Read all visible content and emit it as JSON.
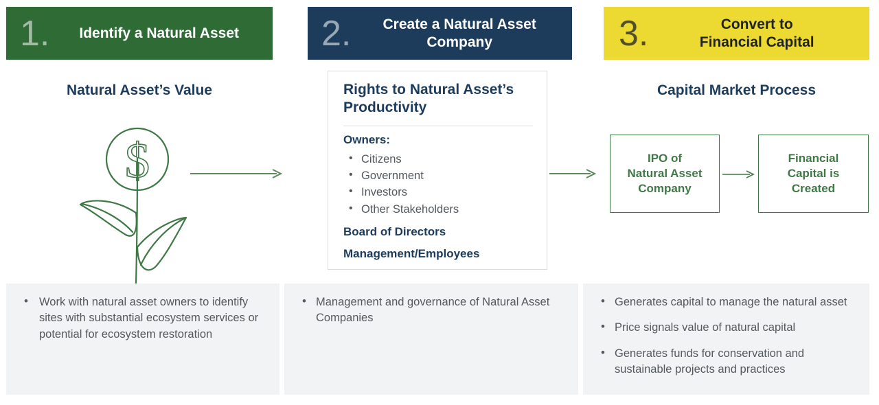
{
  "steps": [
    {
      "number": "1.",
      "title": "Identify a Natural Asset",
      "color": "#2e6b35",
      "subtitle": "Natural Asset’s Value"
    },
    {
      "number": "2.",
      "title": "Create a Natural Asset\nCompany",
      "color": "#1d3c5c"
    },
    {
      "number": "3.",
      "title": "Convert to\nFinancial Capital",
      "color": "#ecd932",
      "subtitle": "Capital Market Process"
    }
  ],
  "illustration": {
    "name": "dollar-sign-plant",
    "symbol": "$",
    "stroke": "#3f7845"
  },
  "rights_card": {
    "heading": "Rights to Natural Asset’s Productivity",
    "owners_label": "Owners:",
    "owners": [
      "Citizens",
      "Government",
      "Investors",
      "Other Stakeholders"
    ],
    "board": "Board of Directors",
    "management": "Management/Employees"
  },
  "capital_market": {
    "boxes": [
      {
        "label": "IPO of\nNatural Asset\nCompany"
      },
      {
        "label": "Financial\nCapital is\nCreated"
      }
    ],
    "border_color": "#3f7845"
  },
  "bottom_panels": [
    {
      "notes": [
        "Work with natural asset owners to identify sites with substantial ecosystem services or potential for ecosystem restoration"
      ]
    },
    {
      "notes": [
        "Management and governance of Natural Asset Companies"
      ]
    },
    {
      "notes": [
        "Generates capital to manage the natural asset",
        "Price signals value of natural capital",
        "Generates funds for conservation and sustainable projects and practices"
      ]
    }
  ]
}
